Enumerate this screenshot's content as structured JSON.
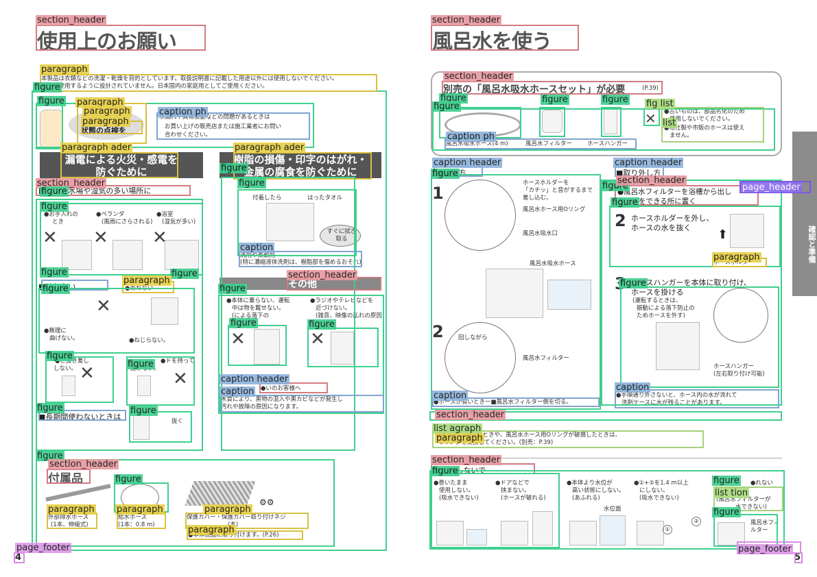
{
  "left": {
    "title": "使用上のお願い",
    "intro1": "本製品は衣類などの洗濯・乾燥を目的としています。取扱説明書に記載した用途以外には使用しないでください。",
    "intro2": "海外で使用するように設計されていません。日本国内の家庭用としてご使用ください。",
    "bubble1": "状態の点検を",
    "notice1": "水漏れや異常振動などの問題があるときは",
    "notice2": "お買い上げの販売店または施工業者にお問い",
    "notice3": "合わせください。",
    "banner_left": "漏電による火災・感電を防ぐために",
    "banner_right": "樹脂の損傷・印字のはがれ・金属の腐食を防ぐために",
    "sec_water": "■ない・水場や湿気の多い場所に",
    "place1": "●お手入れの",
    "place1b": "とき",
    "place2": "●ベランダ",
    "place2b": "(風雨にさらされる)",
    "place3": "●浴室",
    "place3b": "(湿気が多い)",
    "tag_attached": "付着したら",
    "tag_shake": "はったタオル",
    "wipe": "すぐに拭き取る",
    "cap_wipe1": "洗剤や柔軟剤",
    "cap_wipe2": "(特に濃縮液体洗剤は、樹脂部を傷めるおそれ)",
    "sec_no": "■はしない",
    "no_sample": "●束ねない",
    "no_bend": "●無理に",
    "no_bend2": "曲げない。",
    "no_twist": "●ねじらない。",
    "plug1": "●ご抜き差し",
    "plug1b": "しない。",
    "plug2": "●ドを持って",
    "plug2b": "抜かない。",
    "sec_longterm": "■長期間使わないときは",
    "pull": "抜く",
    "sec_other": "その他",
    "other1a": "●本体に乗らない、運転",
    "other1b": "中は物を載せない。",
    "other1c": "(による落下の",
    "other2a": "●ラジオやテレビなどを",
    "other2b": "近づけない。",
    "other2c": "(雑音、映像の乱れの原因",
    "cap_header": "●いのお客様へ",
    "cap_line1": "木質により、黒物の混入や黒カビなどが発生し",
    "cap_line2": "汚れや故障の原因になります。",
    "sec_accessories": "付属品",
    "acc1a": "外部排水ホース",
    "acc1b": "(1本、伸縮式)",
    "acc2a": "給水ホース",
    "acc2b": "(1本：0.8 m)",
    "acc3": "保護カバー・保護カバー取り付けネジ",
    "acc3b": "(本)",
    "acc4": "●本体底面に取り付けます。(P.26)",
    "page_num": "4"
  },
  "right": {
    "title": "風呂水を使う",
    "required_header": "別売の「風呂水吸水ホースセット」が必要",
    "required_ref": "(P.39)",
    "item1": "風呂水吸水ホース(4 m)",
    "item2": "風呂水フィルター",
    "item3": "ホースハンガー",
    "note1": "●古いものは、部品劣化のため",
    "note1b": "使用しないでください。",
    "note2": "●他社製や市販のホースは使え",
    "note2b": "ません。",
    "step_header_left": "■付け方",
    "step_header_right": "■取り外し方",
    "step1": "1",
    "s1a": "ホースホルダーを",
    "s1b": "「カチッ」と音がするまで",
    "s1c": "差し込む。",
    "s1d": "風呂水ホース用Oリング",
    "s1e": "風呂水吸水口",
    "s1f": "風呂水吸水ホース",
    "step2": "2",
    "turn": "回しながら",
    "filter": "風呂水フィルター",
    "cap_left": "●ホースが長いとき一■風呂水フィルター側を切る。",
    "rm_header": "●風呂水フィルターを浴槽から出し",
    "rm_header2": "ホースをできる所に置く",
    "rm2a": "ホースホルダーを外し、",
    "rm2b": "ホースの水を抜く",
    "rm_par": "ホースホルダー",
    "rm3a": "ホースハンガーを本体に取り付け、",
    "rm3b": "ホースを掛ける",
    "rm3c": "(運転するときは、",
    "rm3d": "振動による落下防止の",
    "rm3e": "ためホースを外す)",
    "hanger": "ホースハンガー",
    "hanger2": "(左右取り付け可能)",
    "cap_right1": "●手順通り外さないと、ホース内の水が流れて",
    "cap_right2": "洗剤ケースに水が残ることがあります。",
    "warn1": "■抜き差しが固いときや、風呂水ホース用Oリングが破損したときは、",
    "warn2": "Oリングを交換してください。(別売：P.39)",
    "no_header": "■とはしないで",
    "no1a": "●巻いたまま",
    "no1b": "使用しない。",
    "no1c": "(吸水できない)",
    "no2a": "●ドアなどで",
    "no2b": "挟まない。",
    "no2c": "(ホースが破れる)",
    "no3a": "●本体より水位が",
    "no3b": "高い状態にしない。",
    "no3c": "(あふれる)",
    "no4a": "●①+②を1.4 m以上",
    "no4b": "にしない。",
    "no4c": "(吸水できない)",
    "water_level": "水位面",
    "no5a": "●れない",
    "no5b": "(風呂水フィルターが",
    "no5c": "水できない)",
    "filter_small": "風呂水フィルター",
    "sidebar": "確認と準備",
    "page_num": "5"
  },
  "labels": {
    "section_header": "section_header",
    "paragraph": "paragraph",
    "figure": "figure",
    "caption": "caption",
    "list": "list",
    "page_footer": "page_footer",
    "page_header": "page_header",
    "caption_ph": "caption ph",
    "paragraph_ader": "paragraph ader",
    "caption_header": "caption header",
    "fig_list": "fig list",
    "list_tion": "list tion",
    "list_agraph": "list agraph"
  }
}
